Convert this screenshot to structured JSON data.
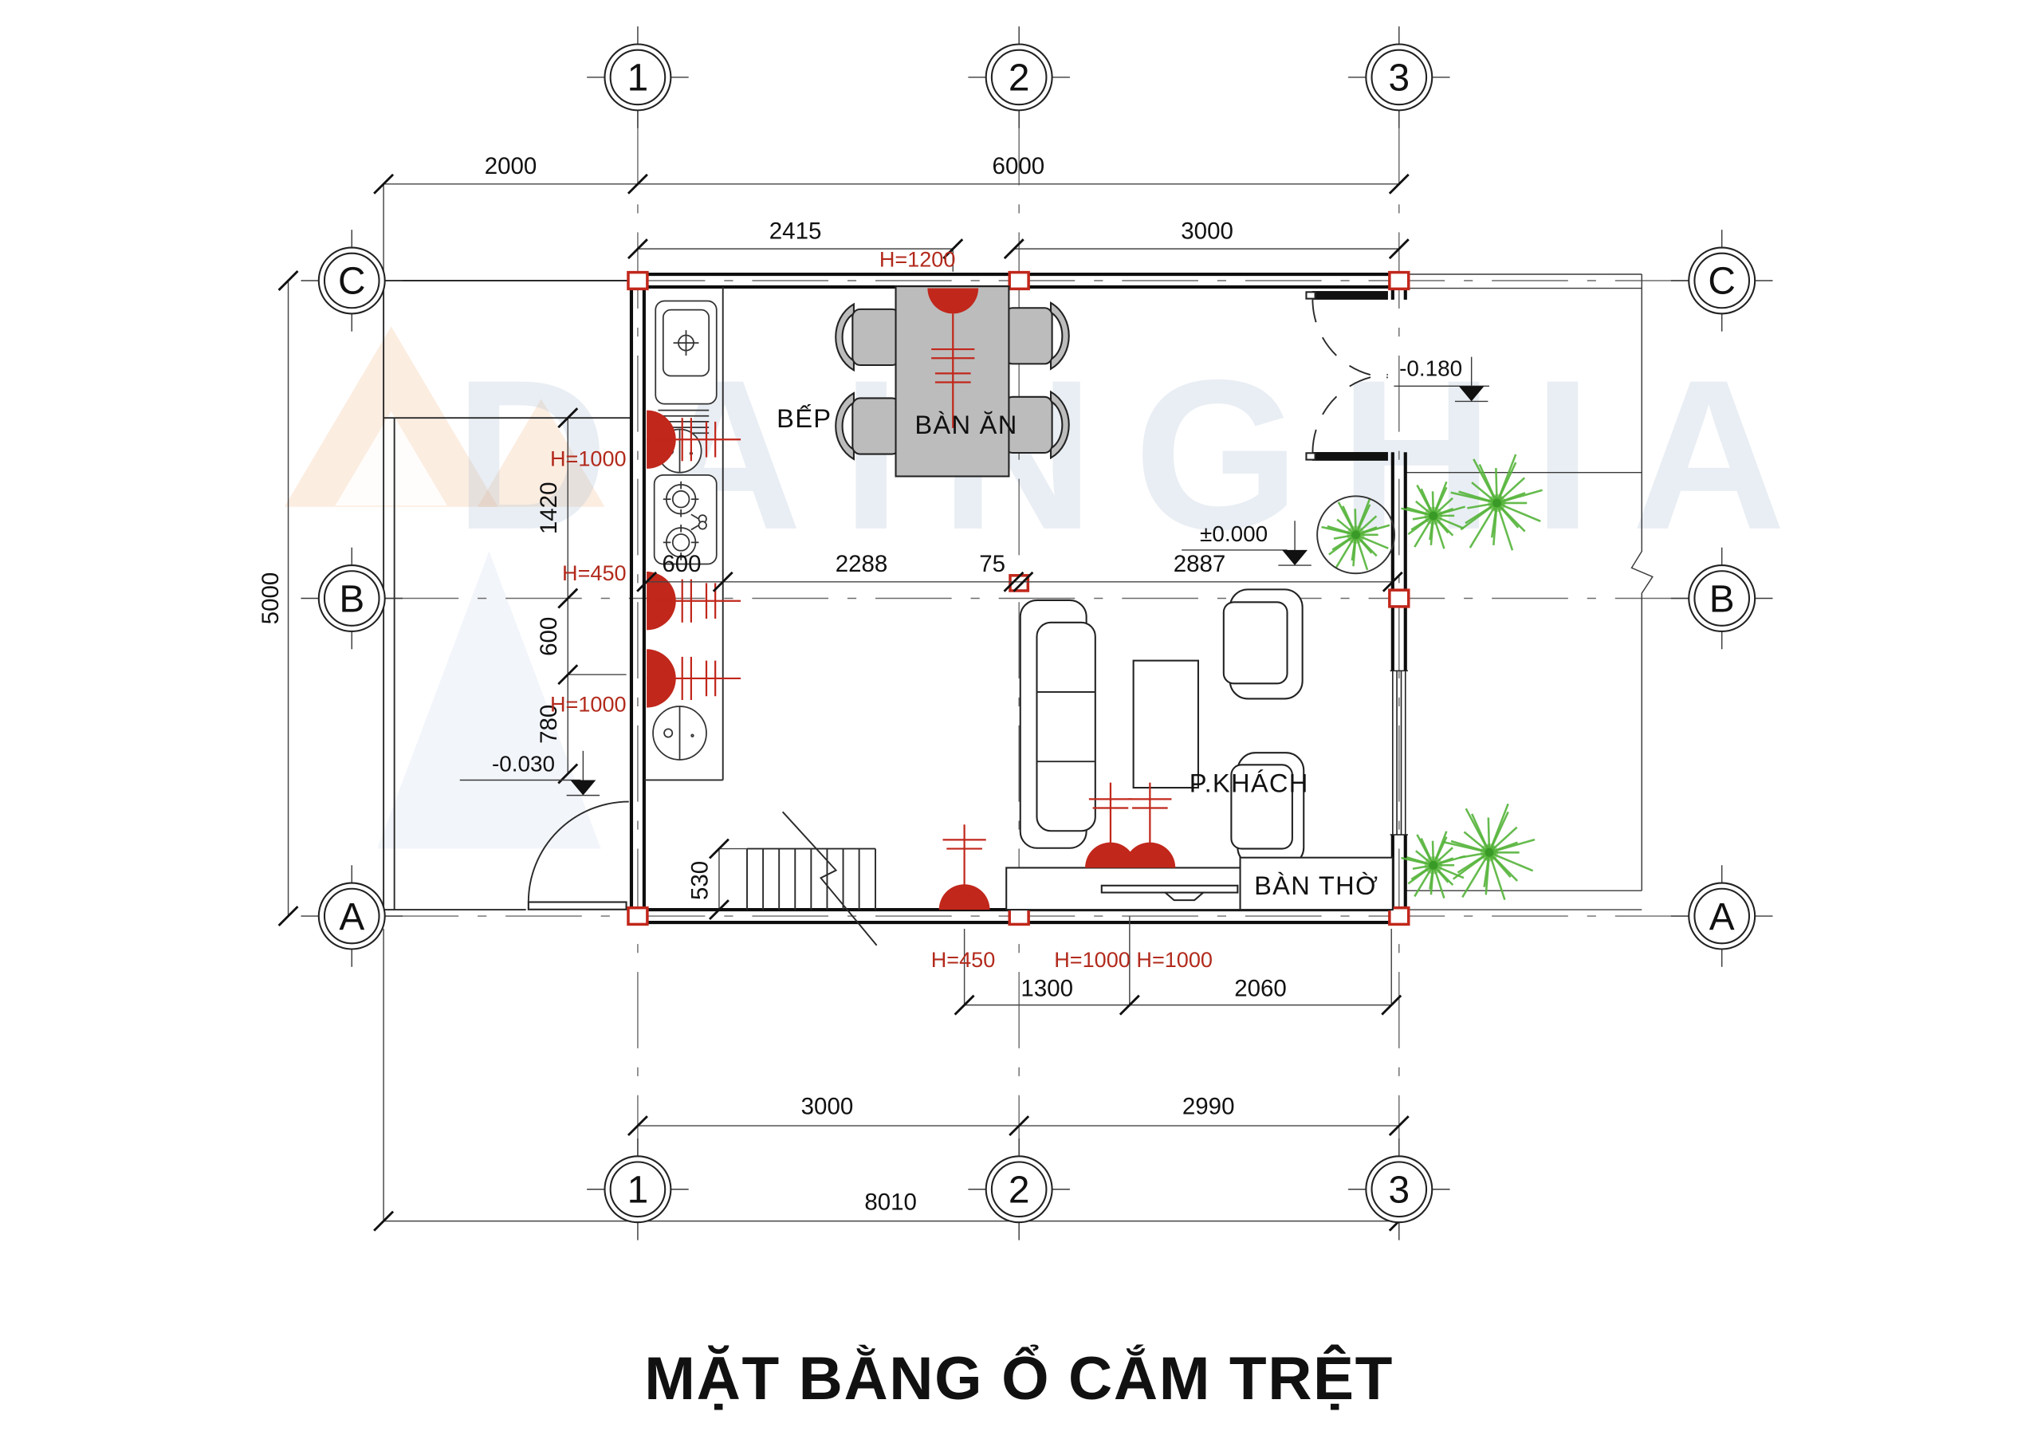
{
  "title": "MẶT BẰNG Ổ CẮM TRỆT",
  "watermark": {
    "text": "DAINGHIA"
  },
  "axes": {
    "cols": [
      "1",
      "2",
      "3"
    ],
    "rows": [
      "C",
      "B",
      "A"
    ]
  },
  "rooms": {
    "kitchen": "BẾP",
    "dining": "BÀN ĂN",
    "living": "P.KHÁCH",
    "altar": "BÀN THỜ"
  },
  "dims": {
    "porch_width": "2000",
    "total_width_top": "6000",
    "right_span_top": "3000",
    "socket_offset_top": "2415",
    "total_height_left": "5000",
    "left_1420": "1420",
    "left_600": "600",
    "left_780": "780",
    "stair_530": "530",
    "counter_600": "600",
    "kitchen_2288": "2288",
    "column_75": "75",
    "living_2887": "2887",
    "bottom_1300": "1300",
    "bottom_2060": "2060",
    "bottom_3000": "3000",
    "bottom_2990": "2990",
    "total_8010": "8010"
  },
  "levels": {
    "zero": "±0.000",
    "minus_018": "-0.180",
    "minus_003": "-0.030"
  },
  "sockets": {
    "h1200": "H=1200",
    "h1000": "H=1000",
    "h450": "H=450",
    "h1000_pair": "H=1000 H=1000"
  },
  "colors": {
    "socket-red": "#c1271b",
    "dim-red": "#b22a1c",
    "tree-green": "#55b43a",
    "furniture-gray": "#bcbcbc",
    "watermark-blue": "#9db4cf"
  }
}
